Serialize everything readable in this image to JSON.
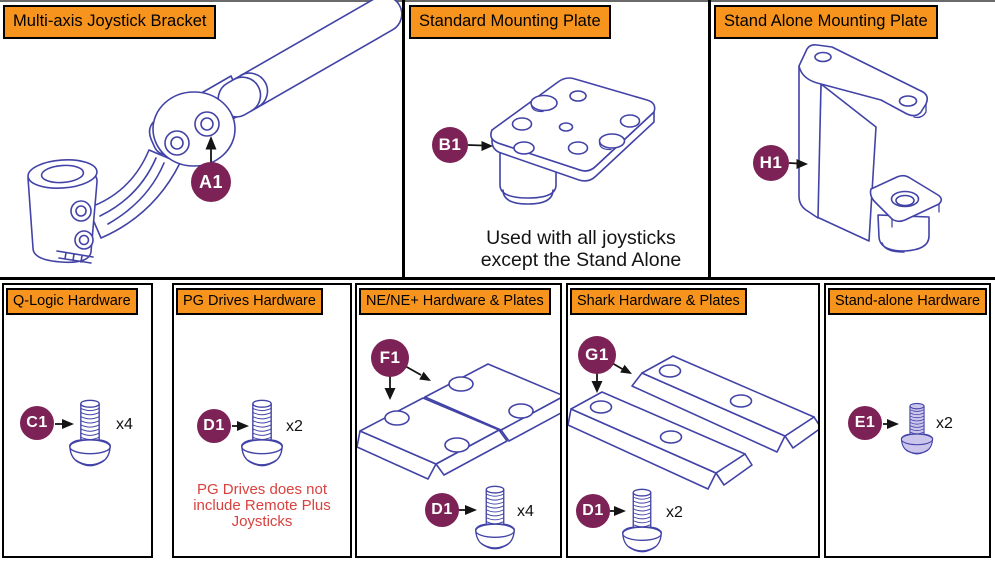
{
  "colors": {
    "panel_label_bg": "#F7941E",
    "callout_badge_bg": "#7C2256",
    "line_art_blue": "#4243A6",
    "warning_red": "#D9413E",
    "border_black": "#000000"
  },
  "top_panels": [
    {
      "title": "Multi-axis Joystick Bracket",
      "callout": "A1"
    },
    {
      "title": "Standard Mounting Plate",
      "callout": "B1",
      "note": [
        "Used with all joysticks",
        "except the Stand Alone"
      ]
    },
    {
      "title": "Stand Alone Mounting Plate",
      "callout": "H1"
    }
  ],
  "bottom_panels": [
    {
      "title": "Q-Logic Hardware",
      "screw_callout": "C1",
      "screw_qty": "x4"
    },
    {
      "title": "PG Drives Hardware",
      "screw_callout": "D1",
      "screw_qty": "x2",
      "note": [
        "PG Drives does not",
        "include Remote Plus",
        "Joysticks"
      ]
    },
    {
      "title": "NE/NE+ Hardware & Plates",
      "plate_callout": "F1",
      "screw_callout": "D1",
      "screw_qty": "x4"
    },
    {
      "title": "Shark Hardware & Plates",
      "plate_callout": "G1",
      "screw_callout": "D1",
      "screw_qty": "x2"
    },
    {
      "title": "Stand-alone Hardware",
      "screw_callout": "E1",
      "screw_qty": "x2"
    }
  ]
}
